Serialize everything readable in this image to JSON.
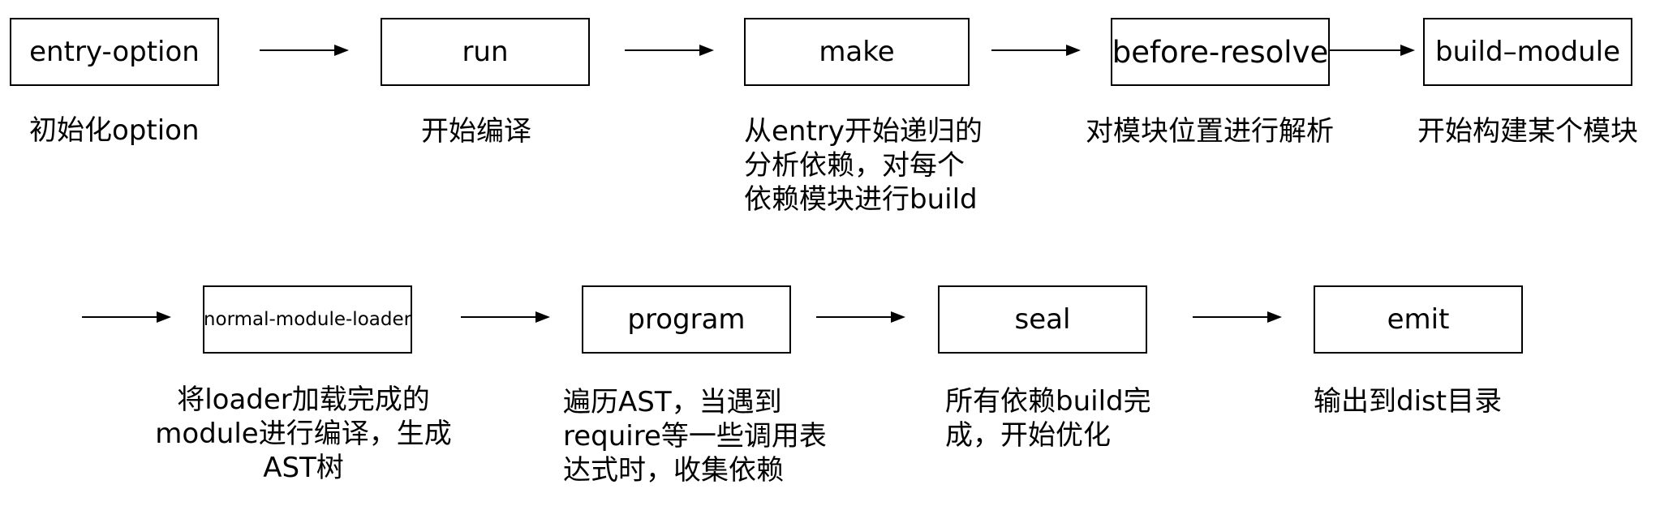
{
  "nodes": [
    {
      "label": "entry-option",
      "description": "初始化option"
    },
    {
      "label": "run",
      "description": "开始编译"
    },
    {
      "label": "make",
      "description": "从entry开始递归的\n分析依赖，对每个\n依赖模块进行build"
    },
    {
      "label": "before-resolve",
      "description": "对模块位置进行解析"
    },
    {
      "label": "build–module",
      "description": "开始构建某个模块"
    },
    {
      "label": "normal-module-loader",
      "description": "将loader加载完成的\nmodule进行编译，生成\nAST树"
    },
    {
      "label": "program",
      "description": "遍历AST，当遇到\nrequire等一些调用表\n达式时，收集依赖"
    },
    {
      "label": "seal",
      "description": "所有依赖build完\n成，开始优化"
    },
    {
      "label": "emit",
      "description": "输出到dist目录"
    }
  ]
}
